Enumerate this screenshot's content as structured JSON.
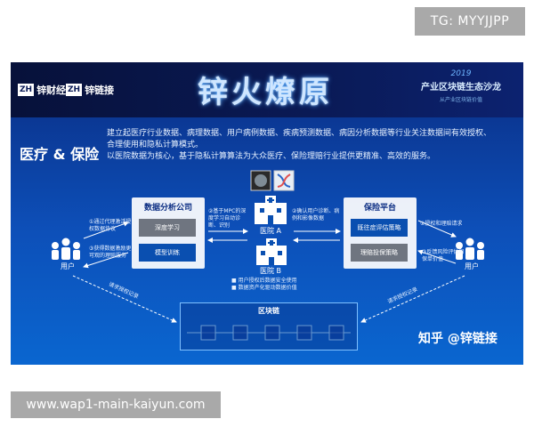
{
  "watermark_top": "TG: MYYJJPP",
  "watermark_bottom": "www.wap1-main-kaiyun.com",
  "banner": {
    "logo1_mark": "ZH",
    "logo1_text": "锌财经",
    "logo2_mark": "ZH",
    "logo2_text": "锌链接",
    "title_art": "锌火燎原",
    "event_year": "2019",
    "event_name": "产业区块链生态沙龙",
    "event_sub": "从产业区块链价值"
  },
  "heading": "医疗 & 保险",
  "intro_lines": [
    "建立起医疗行业数据、病理数据、用户病例数据、疾病预测数据、病因分析数据等行业关注数据间有效授权、",
    "合理使用和隐私计算模式。",
    "以医院数据为核心，基于隐私计算算法为大众医疗、保险理赔行业提供更精准、高效的服务。"
  ],
  "left_user": {
    "label": "用户",
    "note1": "①通过代理激活授权数据协议",
    "note2": "③获得数据激励更可观的理赔服务"
  },
  "right_user": {
    "label": "用户",
    "note1": "①授权和理赔请求",
    "note2": "③反馈风险评估和保单价值"
  },
  "analysis_box": {
    "title": "数据分析公司",
    "btn1": "深度学习",
    "btn2": "模型训练"
  },
  "insurance_box": {
    "title": "保险平台",
    "btn1": "既往症评估策略",
    "btn2": "理赔投保策略"
  },
  "hospital_a": "医院 A",
  "hospital_b": "医院 B",
  "mpc_note": "②基于MPC的深度学习自动诊断、识别",
  "confirm_note": "②确认用户诊断、病例和影像数据",
  "bullets": [
    "用户授权后数据安全使用",
    "数据资产化驱动数据价值"
  ],
  "request_left": "请求授权记录",
  "request_right": "请求授权记录",
  "chain_title": "区块链",
  "zhihu": "知乎 @锌链接",
  "colors": {
    "poster_top": "#0a2c82",
    "poster_bottom": "#0a66d0",
    "button_gray": "#6f7580",
    "watermark_gray": "#a9a9a9"
  }
}
